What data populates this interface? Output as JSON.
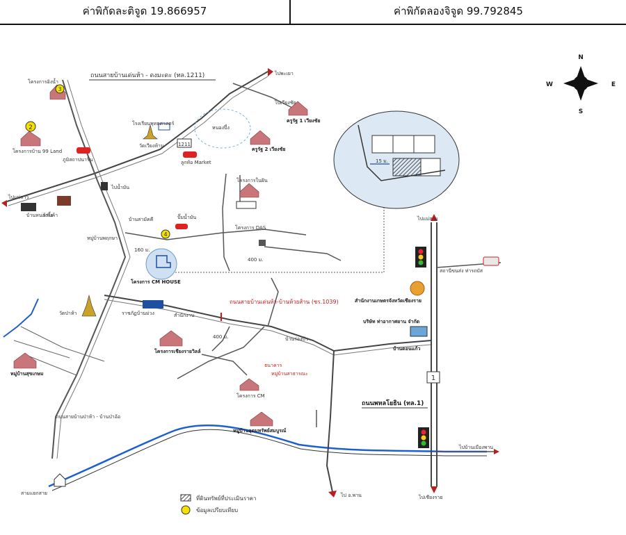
{
  "header": {
    "latitude": "ค่าพิกัดละติจูด 19.866957",
    "longitude": "ค่าพิกัดลองจิจูด 99.792845"
  },
  "compass": {
    "n": "N",
    "s": "S",
    "e": "E",
    "w": "W"
  },
  "roads": {
    "top": "ถนนสายบ้านเด่นห้า - ดงมะดะ (ทล.1211)",
    "to_paoyahm": "ไปพะเยา",
    "to_mae_lao": "ไปแม่ลาว",
    "to_wiang": "ไปเวียงชัย",
    "route_1211": "1211",
    "middle": "ถนนสายบ้านเด่นห้า-บ้านห้วยส้าน (ชร.1039)",
    "phahon": "ถนนพหลโยธิน (ทล.1)",
    "route_1": "1",
    "to_north": "ไปแม่สาย",
    "to_chiangrai_south": "ไปบ้านเมืองพาน",
    "to_south": "ไปเชียงราย",
    "to_phan": "ไป อ.พาน"
  },
  "places": {
    "p1": "โครงการอิงน้ำ",
    "p2": "โครงการบ้าน 99 Land",
    "p3": "ภูมิสถาปนาริน",
    "p4": "ลูกท้อ Market",
    "p5": "โรงเรียนพุทธศาสตร์",
    "p6": "วัดเวียงห้าน",
    "p7": "ไปน้ำมัน",
    "p8": "บ้านสามัคคี",
    "p9": "หมู่บ้านพฤกษา",
    "p10": "โครงการ CM HOUSE",
    "p11": "วัดป่าห้า",
    "p12": "ราชภัฏบ้านม่วง",
    "p13": "สำนักงาน",
    "p14": "โครงการเชียงรายวิลล์",
    "p15": "หมู่บ้านสุขเกษม",
    "p16": "โครงการ DAS",
    "p17": "โครงการ CM",
    "p18": "หนองปึ๋ง",
    "p19": "ครูรัฐ 1 เวียงชัย",
    "p20": "ครูรัฐ 2 เวียงชัย",
    "p21": "โครงการในฝัน",
    "p22": "ถนนสายบ้านป่าห้า - บ้านป่าอ้อ",
    "p23": "สามแยกสาย",
    "p24": "หมู่บ้านอุดมทรัพย์สมบูรณ์",
    "p25": "สำนักงานเกษตรจังหวัดเชียงราย",
    "p26": "บริษัท ท่าอากาศยาน จำกัด",
    "p27": "บ้านดอนแก้ว",
    "p28": "บ้านร่องบัว",
    "p29": "บ้านหนองผึ้ง",
    "p30": "สถานีขนส่ง ท่ารถบัส",
    "p31": "ธนาคาร",
    "p32": "หมู่บ้านสาธารณะ",
    "p33": "ร้านค้า",
    "p34": "ปั๊มน้ำมัน"
  },
  "distances": {
    "d1": "160 ม.",
    "d2": "400 ม.",
    "d3": "400 ม.",
    "d4": "15 ม."
  },
  "legend": {
    "plot": "ที่ดินทรัพย์ที่ประเมินราคา",
    "landmark": "ข้อมูลเปรียบเทียบ"
  },
  "markers": {
    "m2": "2",
    "m3": "3",
    "m4": "4"
  },
  "colors": {
    "accent_red": "#cc1a1a",
    "river": "#1e5fd0",
    "inset": "#dce9f5",
    "circle": "#cfe0f3"
  }
}
